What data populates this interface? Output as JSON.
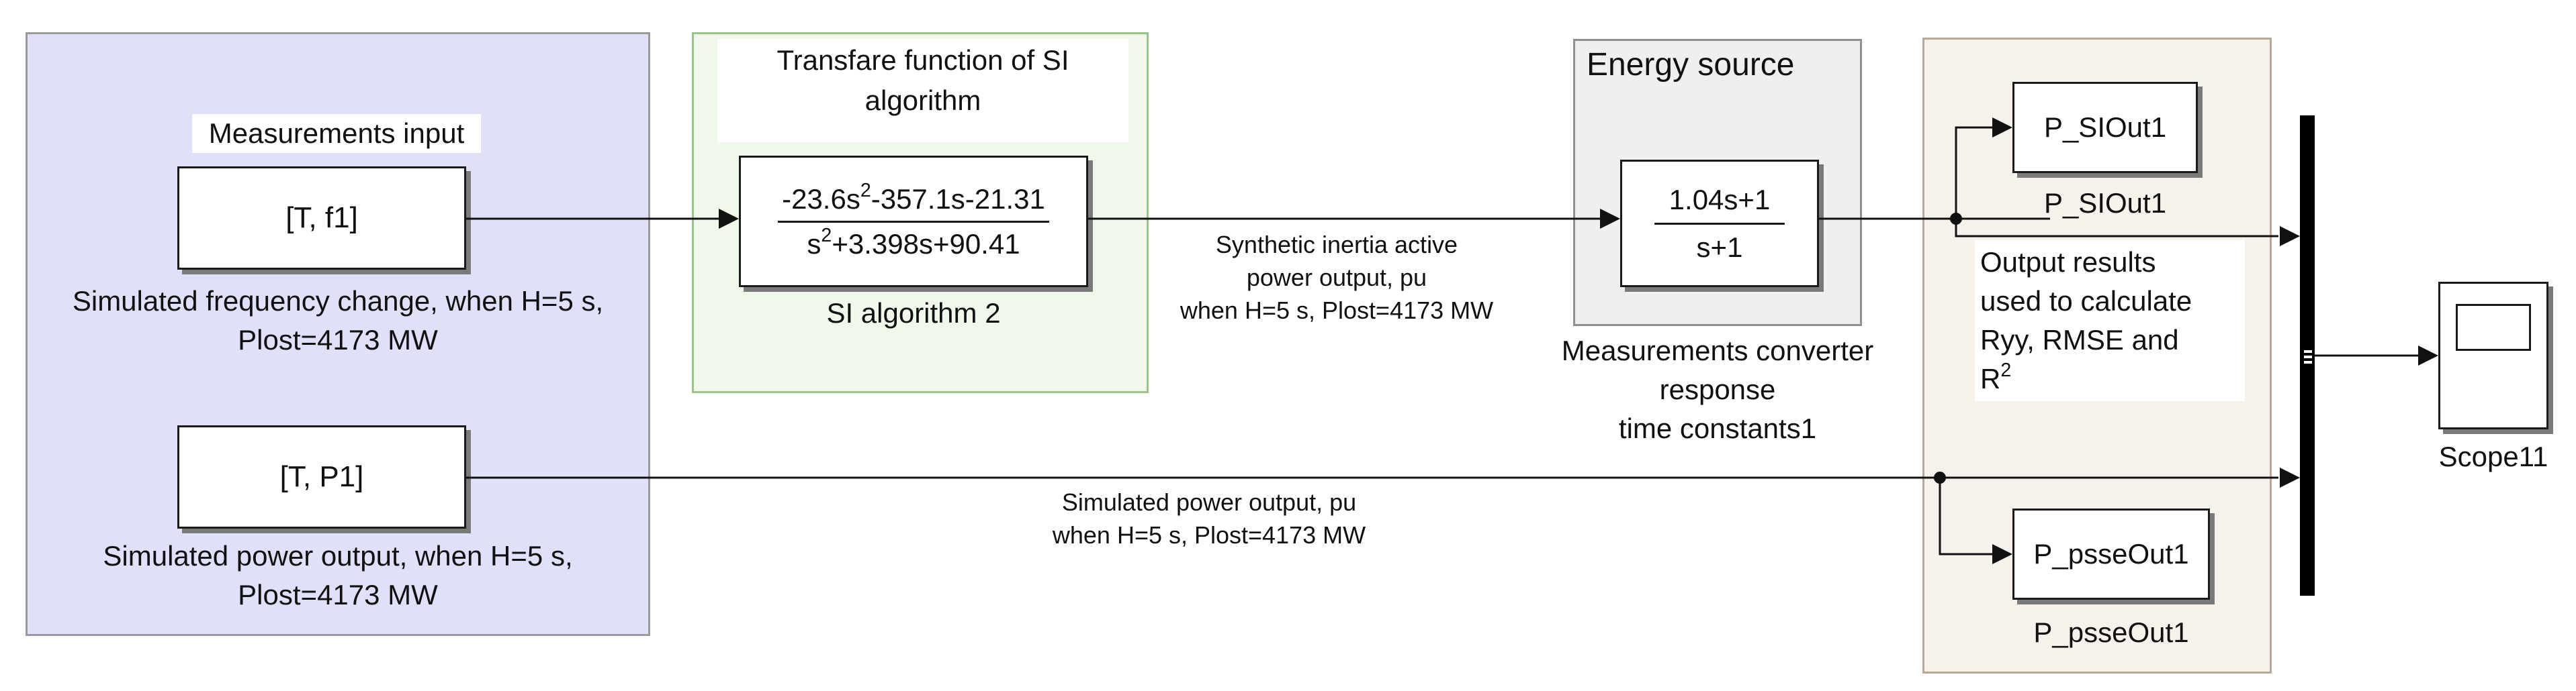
{
  "areas": {
    "measurements_title": "Measurements input",
    "transfer_title": "Transfare function of SI algorithm",
    "energy_title": "Energy source",
    "output_text": [
      "Output results",
      "used to calculate",
      "Ryy, RMSE and",
      "R",
      "2"
    ]
  },
  "blocks": {
    "from_freq": {
      "label": "[T, f1]",
      "caption": [
        "Simulated frequency change, when H=5 s,",
        "Plost=4173 MW"
      ]
    },
    "from_power": {
      "label": "[T, P1]",
      "caption": [
        "Simulated power output, when H=5 s,",
        "Plost=4173 MW"
      ]
    },
    "si_algorithm": {
      "numerator": [
        "-23.6s",
        "2",
        "-357.1s-21.31"
      ],
      "denominator": [
        "s",
        "2",
        "+3.398s+90.41"
      ],
      "caption": "SI algorithm 2"
    },
    "converter": {
      "numerator": "1.04s+1",
      "denominator": "s+1",
      "caption": [
        "Measurements converter",
        "response",
        "time constants1"
      ]
    },
    "to_si": {
      "label": "P_SIOut1",
      "caption": "P_SIOut1"
    },
    "to_psse": {
      "label": "P_psseOut1",
      "caption": "P_psseOut1"
    },
    "scope": {
      "caption": "Scope11"
    }
  },
  "signals": {
    "si_output": [
      "Synthetic inertia active",
      "power output, pu",
      "when H=5 s, Plost=4173 MW"
    ],
    "power_output": [
      "Simulated power output, pu",
      "when H=5 s, Plost=4173 MW"
    ]
  },
  "colors": {
    "measurements_area": "#E0E0FA",
    "transfer_area": "#F0F8EC",
    "energy_area": "#EFEFEF",
    "output_area": "#F6F1EA"
  }
}
